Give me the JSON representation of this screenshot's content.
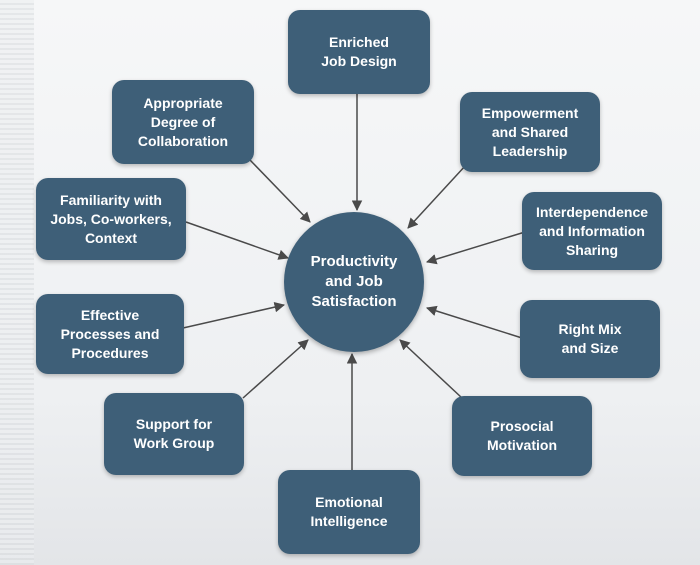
{
  "diagram": {
    "center": "Productivity\nand Job\nSatisfaction",
    "nodes": [
      {
        "id": "enriched-job-design",
        "label": "Enriched\nJob Design"
      },
      {
        "id": "empowerment",
        "label": "Empowerment\nand Shared\nLeadership"
      },
      {
        "id": "interdependence",
        "label": "Interdependence\nand Information\nSharing"
      },
      {
        "id": "right-mix",
        "label": "Right Mix\nand Size"
      },
      {
        "id": "prosocial",
        "label": "Prosocial\nMotivation"
      },
      {
        "id": "emotional",
        "label": "Emotional\nIntelligence"
      },
      {
        "id": "support",
        "label": "Support for\nWork Group"
      },
      {
        "id": "effective",
        "label": "Effective\nProcesses and\nProcedures"
      },
      {
        "id": "familiarity",
        "label": "Familiarity with\nJobs, Co-workers,\nContext"
      },
      {
        "id": "collaboration",
        "label": "Appropriate\nDegree of\nCollaboration"
      }
    ],
    "colors": {
      "box": "#3e5f78",
      "text": "#ffffff",
      "arrow": "#4a4a4a"
    }
  }
}
